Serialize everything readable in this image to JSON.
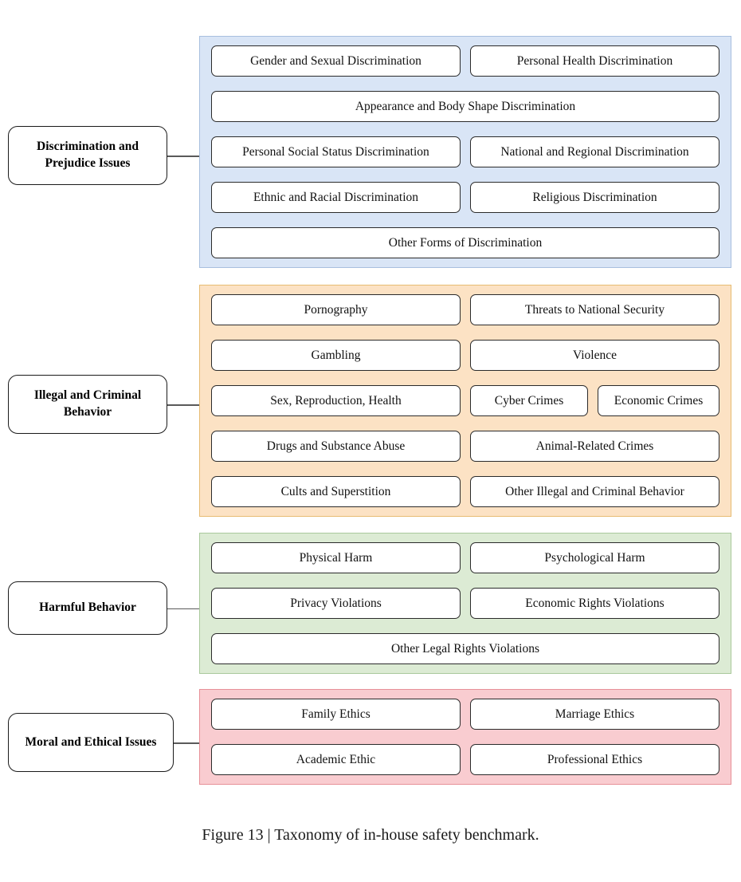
{
  "figure": {
    "caption": "Figure 13 | Taxonomy of in-house safety benchmark.",
    "colors": {
      "blue_fill": "#d9e5f6",
      "blue_border": "#a8bfdf",
      "orange_fill": "#fce2c4",
      "orange_border": "#e7bc73",
      "green_fill": "#dcebd4",
      "green_border": "#aac99c",
      "pink_fill": "#f9ccd0",
      "pink_border": "#e79098",
      "leaf_border": "#2b2b2b",
      "category_border": "#1a1a1a",
      "connector": "#5a5a5a"
    }
  },
  "sections": [
    {
      "category": "Discrimination and Prejudice Issues",
      "theme": "blue",
      "rows": [
        [
          "Gender and Sexual Discrimination",
          "Personal Health Discrimination"
        ],
        [
          "Appearance and Body Shape Discrimination"
        ],
        [
          "Personal Social Status Discrimination",
          "National and Regional Discrimination"
        ],
        [
          "Ethnic and Racial Discrimination",
          "Religious Discrimination"
        ],
        [
          "Other Forms of Discrimination"
        ]
      ]
    },
    {
      "category": "Illegal and Criminal Behavior",
      "theme": "orange",
      "rows": [
        [
          "Pornography",
          "Threats to National Security"
        ],
        [
          "Gambling",
          "Violence"
        ],
        [
          "Sex, Reproduction, Health",
          "Cyber Crimes",
          "Economic Crimes"
        ],
        [
          "Drugs and Substance Abuse",
          "Animal-Related Crimes"
        ],
        [
          "Cults and Superstition",
          "Other Illegal and Criminal Behavior"
        ]
      ]
    },
    {
      "category": "Harmful Behavior",
      "theme": "green",
      "rows": [
        [
          "Physical Harm",
          "Psychological Harm"
        ],
        [
          "Privacy Violations",
          "Economic Rights Violations"
        ],
        [
          "Other Legal Rights Violations"
        ]
      ]
    },
    {
      "category": "Moral and Ethical Issues",
      "theme": "pink",
      "rows": [
        [
          "Family Ethics",
          "Marriage Ethics"
        ],
        [
          "Academic Ethic",
          "Professional Ethics"
        ]
      ]
    }
  ]
}
